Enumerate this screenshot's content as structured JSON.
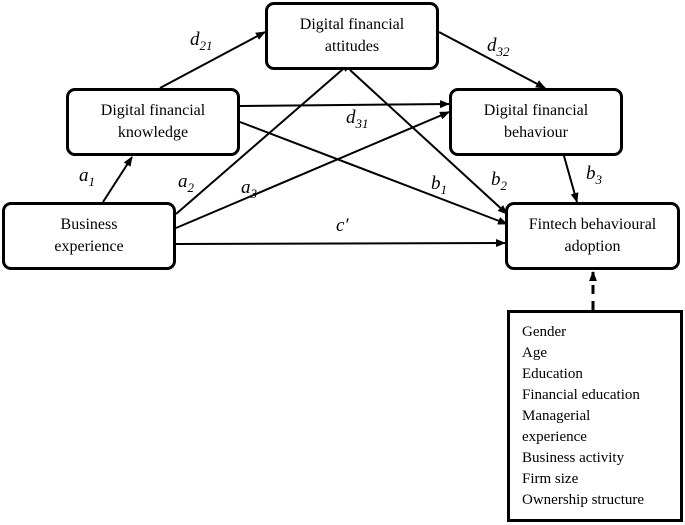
{
  "nodes": {
    "business_experience": [
      "Business",
      "experience"
    ],
    "digital_financial_knowledge": [
      "Digital financial",
      "knowledge"
    ],
    "digital_financial_attitudes": [
      "Digital financial",
      "attitudes"
    ],
    "digital_financial_behaviour": [
      "Digital financial",
      "behaviour"
    ],
    "fintech_behavioural_adoption": [
      "Fintech behavioural",
      "adoption"
    ]
  },
  "paths": {
    "a1": {
      "base": "a",
      "sub": "1"
    },
    "a2": {
      "base": "a",
      "sub": "2"
    },
    "a3": {
      "base": "a",
      "sub": "3"
    },
    "b1": {
      "base": "b",
      "sub": "1"
    },
    "b2": {
      "base": "b",
      "sub": "2"
    },
    "b3": {
      "base": "b",
      "sub": "3"
    },
    "d21": {
      "base": "d",
      "sub": "21"
    },
    "d31": {
      "base": "d",
      "sub": "31"
    },
    "d32": {
      "base": "d",
      "sub": "32"
    },
    "c_prime": {
      "base": "c′",
      "sub": ""
    }
  },
  "controls": [
    "Gender",
    "Age",
    "Education",
    "Financial education",
    "Managerial",
    "experience",
    "Business activity",
    "Firm size",
    "Ownership structure"
  ]
}
